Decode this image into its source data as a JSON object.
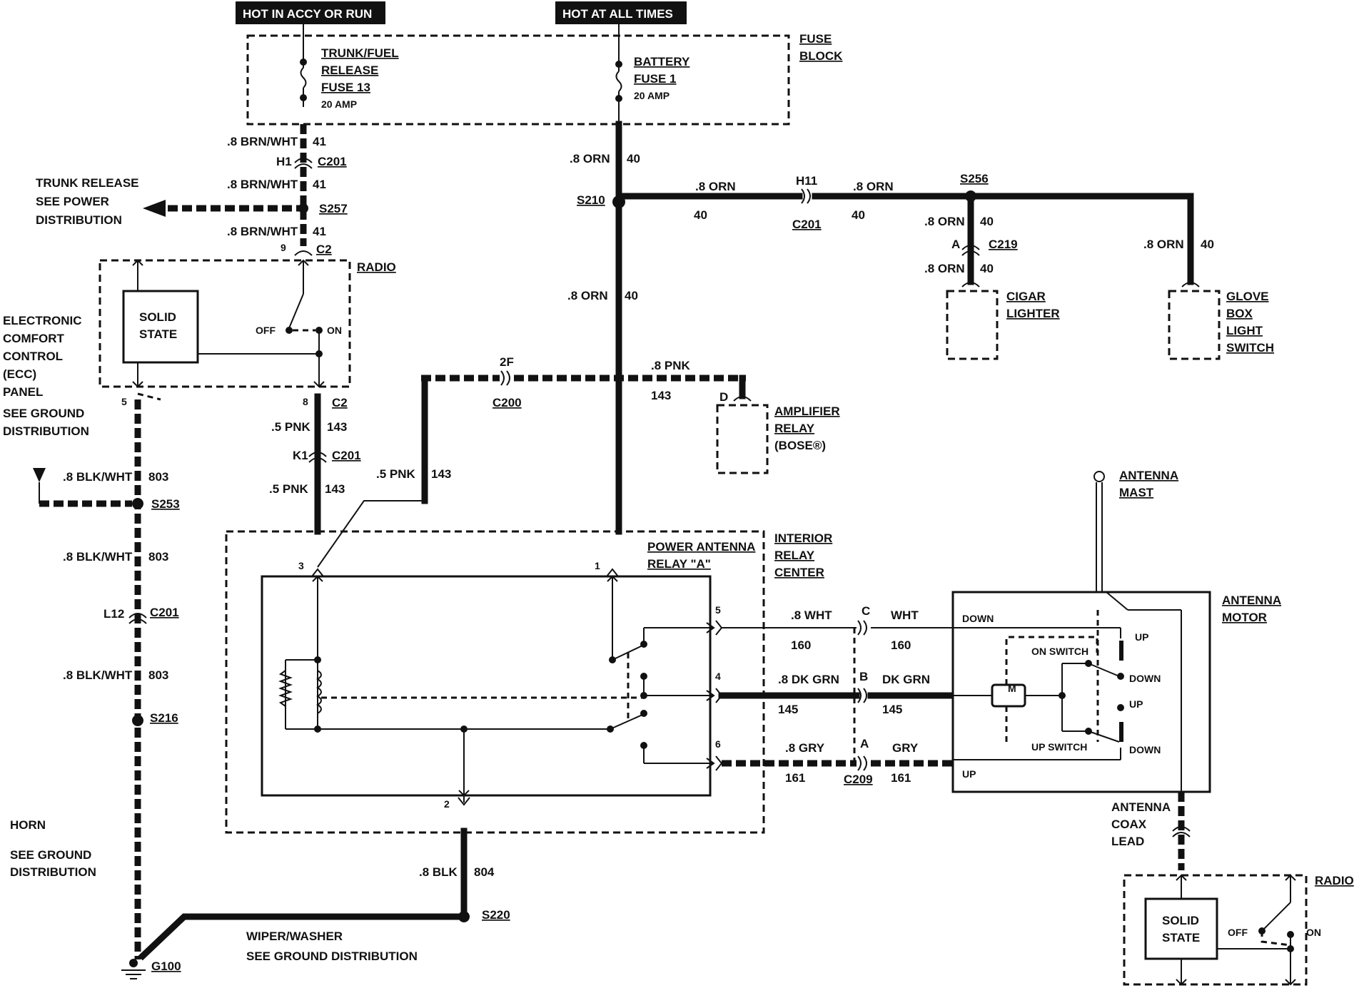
{
  "headers": {
    "accy": "HOT IN ACCY OR RUN",
    "always": "HOT AT ALL TIMES"
  },
  "fuse_block": {
    "title_1": "FUSE",
    "title_2": "BLOCK",
    "fuse13": {
      "l1": "TRUNK/FUEL",
      "l2": "RELEASE",
      "l3": "FUSE 13",
      "rating": "20 AMP"
    },
    "fuse1": {
      "l1": "BATTERY",
      "l2": "FUSE 1",
      "rating": "20 AMP"
    }
  },
  "left_branch": {
    "w1_gauge": ".8 BRN/WHT",
    "w1_circuit": "41",
    "c201_pin": "H1",
    "c201": "C201",
    "w2_gauge": ".8 BRN/WHT",
    "w2_circuit": "41",
    "trunk_1": "TRUNK RELEASE",
    "trunk_2": "SEE POWER",
    "trunk_3": "DISTRIBUTION",
    "s257": "S257",
    "w3_gauge": ".8 BRN/WHT",
    "w3_circuit": "41",
    "c2_pin": "9",
    "c2": "C2"
  },
  "radio_top": {
    "title": "RADIO",
    "solid_1": "SOLID",
    "solid_2": "STATE",
    "off": "OFF",
    "on": "ON",
    "pin_5": "5",
    "pin_8": "8",
    "c2": "C2"
  },
  "ecc": {
    "l1": "ELECTRONIC",
    "l2": "COMFORT",
    "l3": "CONTROL",
    "l4": "(ECC)",
    "l5": "PANEL",
    "g1": "SEE GROUND",
    "g2": "DISTRIBUTION"
  },
  "ground_wire": {
    "w1_gauge": ".8 BLK/WHT",
    "w1_circuit": "803",
    "s253": "S253",
    "w2_gauge": ".8 BLK/WHT",
    "w2_circuit": "803",
    "c201_pin": "L12",
    "c201": "C201",
    "w3_gauge": ".8 BLK/WHT",
    "w3_circuit": "803",
    "s216": "S216",
    "horn": "HORN",
    "horn_g1": "SEE GROUND",
    "horn_g2": "DISTRIBUTION",
    "g100": "G100",
    "wiper_1": "WIPER/WASHER",
    "wiper_2": "SEE GROUND DISTRIBUTION",
    "s220": "S220",
    "w4_gauge": ".8 BLK",
    "w4_circuit": "804"
  },
  "pnk_wires": {
    "w1_gauge": ".5 PNK",
    "w1_circuit": "143",
    "c201_pin": "K1",
    "c201": "C201",
    "w2_gauge": ".5 PNK",
    "w2_circuit": "143",
    "w3_gauge": ".5 PNK",
    "w3_circuit": "143",
    "c200_pin": "2F",
    "c200": "C200",
    "w4_gauge": ".8 PNK",
    "w4_circuit": "143"
  },
  "amplifier": {
    "pin": "D",
    "l1": "AMPLIFIER",
    "l2": "RELAY",
    "l3": "(BOSE®)"
  },
  "battery_feed": {
    "w1_gauge": ".8 ORN",
    "w1_circuit": "40",
    "s210": "S210",
    "w2_gauge": ".8 ORN",
    "w2_circuit": "40",
    "w3_gauge": ".8 ORN",
    "w3_circuit": "40",
    "c201_pin": "H11",
    "c201": "C201",
    "w4_gauge": ".8 ORN",
    "w4_circuit": "40",
    "s256": "S256",
    "w5_gauge": ".8 ORN",
    "w5_circuit": "40",
    "c219_pin": "A",
    "c219": "C219",
    "w6_gauge": ".8 ORN",
    "w6_circuit": "40",
    "w7_gauge": ".8 ORN",
    "w7_circuit": "40"
  },
  "cigar": {
    "l1": "CIGAR",
    "l2": "LIGHTER"
  },
  "glove": {
    "l1": "GLOVE",
    "l2": "BOX",
    "l3": "LIGHT",
    "l4": "SWITCH"
  },
  "relay_center": {
    "l1": "INTERIOR",
    "l2": "RELAY",
    "l3": "CENTER",
    "relay_1": "POWER ANTENNA",
    "relay_2": "RELAY \"A\"",
    "pin_1": "1",
    "pin_2": "2",
    "pin_3": "3",
    "pin_4": "4",
    "pin_5": "5",
    "pin_6": "6"
  },
  "antenna_wires": {
    "wht_gauge": ".8 WHT",
    "wht_circuit": "160",
    "c_pin": "C",
    "wht_r": "WHT",
    "wht_r_circuit": "160",
    "grn_gauge": ".8 DK GRN",
    "grn_circuit": "145",
    "b_pin": "B",
    "grn_r": "DK GRN",
    "grn_r_circuit": "145",
    "gry_gauge": ".8 GRY",
    "gry_circuit": "161",
    "a_pin": "A",
    "gry_r": "GRY",
    "gry_r_circuit": "161",
    "c209": "C209"
  },
  "antenna": {
    "mast_1": "ANTENNA",
    "mast_2": "MAST",
    "motor_1": "ANTENNA",
    "motor_2": "MOTOR",
    "down": "DOWN",
    "up": "UP",
    "on_switch": "ON SWITCH",
    "up_switch": "UP SWITCH",
    "sw_up_1": "UP",
    "sw_down_1": "DOWN",
    "sw_up_2": "UP",
    "sw_down_2": "DOWN",
    "motor": "M",
    "coax_1": "ANTENNA",
    "coax_2": "COAX",
    "coax_3": "LEAD"
  },
  "radio_bottom": {
    "title": "RADIO",
    "solid_1": "SOLID",
    "solid_2": "STATE",
    "off": "OFF",
    "on": "ON"
  }
}
